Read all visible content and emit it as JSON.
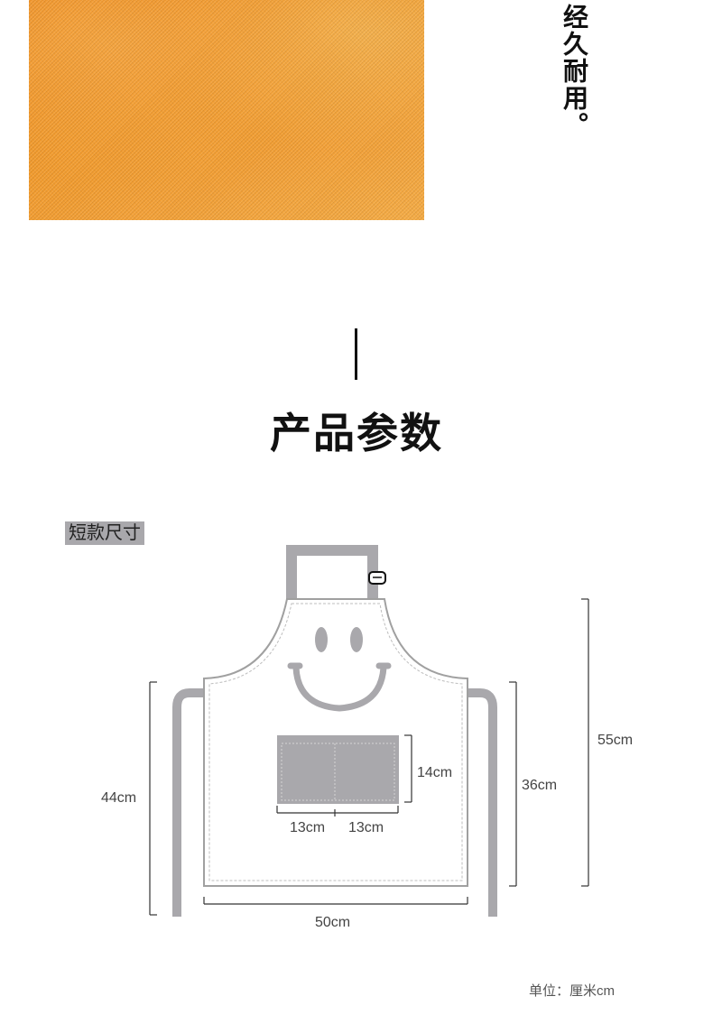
{
  "feature": {
    "text": "经久耐用。"
  },
  "section": {
    "title": "产品参数"
  },
  "size": {
    "tag": "短款尺寸",
    "dimensions": {
      "overall_height": "55cm",
      "side_length": "44cm",
      "body_height": "36cm",
      "pocket_height": "14cm",
      "pocket_left_width": "13cm",
      "pocket_right_width": "13cm",
      "width": "50cm"
    },
    "unit_note": "单位：厘米cm"
  },
  "colors": {
    "fabric": "#f39a2a",
    "strap": "#a9a8ac",
    "pocket": "#a9a8ac",
    "outline": "#9c9c9c"
  }
}
